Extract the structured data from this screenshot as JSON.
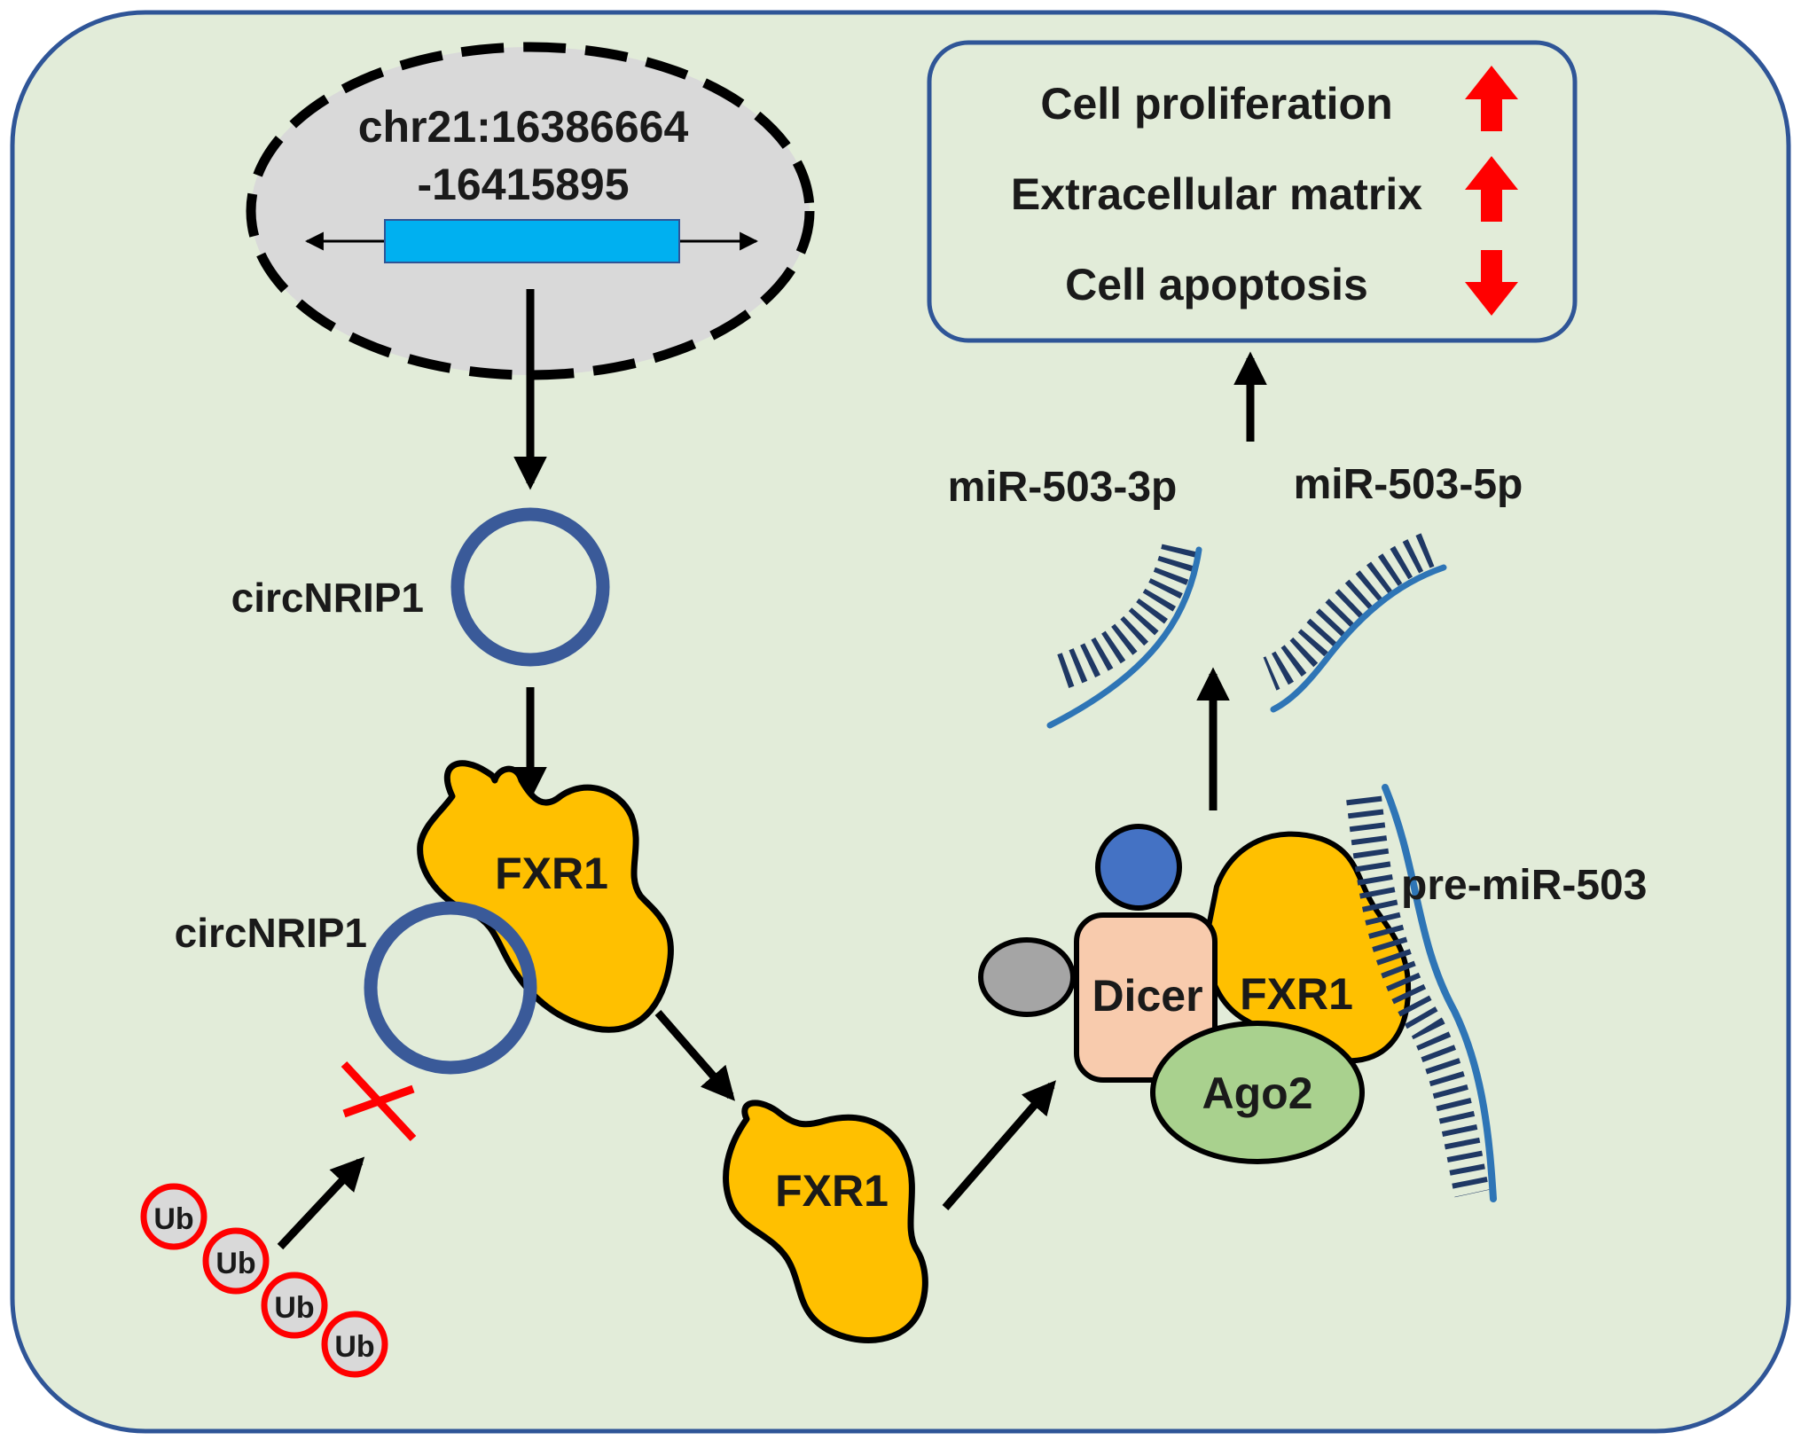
{
  "colors": {
    "background": "#e2ecd9",
    "border": "#2f5597",
    "gene_ellipse": "#d9d9d9",
    "gene_bar": "#00b0f0",
    "circ_ring": "#3a5a99",
    "protein": "#ffc000",
    "dicer": "#f8cbad",
    "ago2": "#a9d18e",
    "small_blue": "#4472c4",
    "small_gray": "#a5a5a5",
    "ub_ring": "#ff0000",
    "ub_fill": "#d9d9d9",
    "up_down_arrow": "#ff0000",
    "mirna_line": "#2e75b6",
    "mirna_teeth": "#1f3864",
    "arrow": "#000000"
  },
  "gene": {
    "locus_line1": "chr21:16386664",
    "locus_line2": "-16415895"
  },
  "labels": {
    "circ_top": "circNRIP1",
    "circ_bound": "circNRIP1",
    "fxr1_top": "FXR1",
    "fxr1_mid": "FXR1",
    "fxr1_complex": "FXR1",
    "dicer": "Dicer",
    "ago2": "Ago2",
    "pre_mir": "pre-miR-503",
    "mir_3p": "miR-503-3p",
    "mir_5p": "miR-503-5p"
  },
  "ub_chain": [
    "Ub",
    "Ub",
    "Ub",
    "Ub"
  ],
  "outcomes": [
    {
      "label": "Cell proliferation",
      "direction": "up"
    },
    {
      "label": "Extracellular matrix",
      "direction": "up"
    },
    {
      "label": "Cell apoptosis",
      "direction": "down"
    }
  ],
  "icons": [
    "inhibition-x-icon",
    "up-arrow-icon",
    "down-arrow-icon"
  ]
}
